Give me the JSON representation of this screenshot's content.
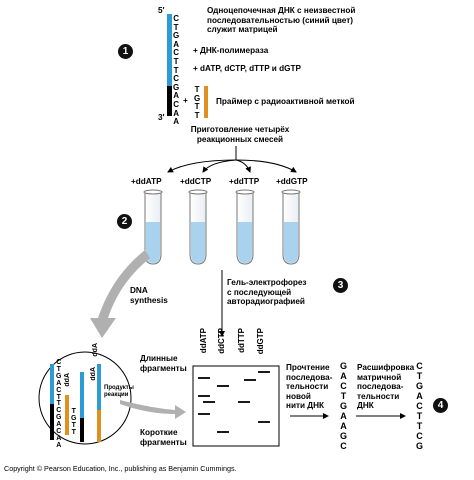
{
  "template": {
    "prime5": "5′",
    "prime3": "3′",
    "top_letters": [
      "C",
      "T",
      "G",
      "A",
      "C",
      "T",
      "T",
      "C",
      "G",
      "A",
      "C",
      "A",
      "A"
    ],
    "primer_letters": [
      "T",
      "G",
      "T",
      "T"
    ]
  },
  "labels": {
    "template_desc": [
      "Одноцепочечная ДНК с неизвестной",
      "последовательностью (синий цвет)",
      "служит матрицей"
    ],
    "polymerase": "+ ДНК-полимераза",
    "dntps": "+ dATP, dCTP, dTTP и dGTP",
    "plus": "+",
    "primer": "Праймер с радиоактивной меткой",
    "mixes": [
      "Приготовление четырёх",
      "реакционных смесей"
    ],
    "tubes": [
      "+ddATP",
      "+ddCTP",
      "+ddTTP",
      "+ddGTP"
    ],
    "dna_synthesis": [
      "DNA",
      "synthesis"
    ],
    "gel": [
      "Гель-электрофорез",
      "с последующей",
      "авторадиографией"
    ],
    "lanes": [
      "ddATP",
      "ddCTP",
      "ddTTP",
      "ddGTP"
    ],
    "long": [
      "Длинные",
      "фрагменты"
    ],
    "short": [
      "Короткие",
      "фрагменты"
    ],
    "reading": [
      "Прочтение",
      "последова-",
      "тельности",
      "новой",
      "нити ДНК"
    ],
    "read_seq": [
      "G",
      "A",
      "C",
      "T",
      "G",
      "A",
      "A",
      "G",
      "C"
    ],
    "decoding": [
      "Расшифровка",
      "матричной",
      "последова-",
      "тельности",
      "ДНК"
    ],
    "template_seq": [
      "C",
      "T",
      "G",
      "A",
      "C",
      "T",
      "T",
      "C",
      "G"
    ],
    "products": [
      "Продукты",
      "реакции"
    ],
    "zoom_top_letters": [
      "C",
      "T",
      "G",
      "A",
      "C",
      "T",
      "T",
      "C",
      "G",
      "A",
      "C",
      "A",
      "A"
    ],
    "zoom_ddA": [
      "ddA"
    ],
    "zoom_primer_letters": [
      "T",
      "G",
      "T",
      "T"
    ],
    "copyright": "Copyright © Pearson Education, Inc., publishing as Benjamin Cummings."
  },
  "badges": [
    "1",
    "2",
    "3",
    "4"
  ],
  "colors": {
    "template": "#2e9bd6",
    "primer": "#e0901e",
    "tube_fill": "#a8d2ee",
    "arrow_gray": "#b0b0b0"
  }
}
